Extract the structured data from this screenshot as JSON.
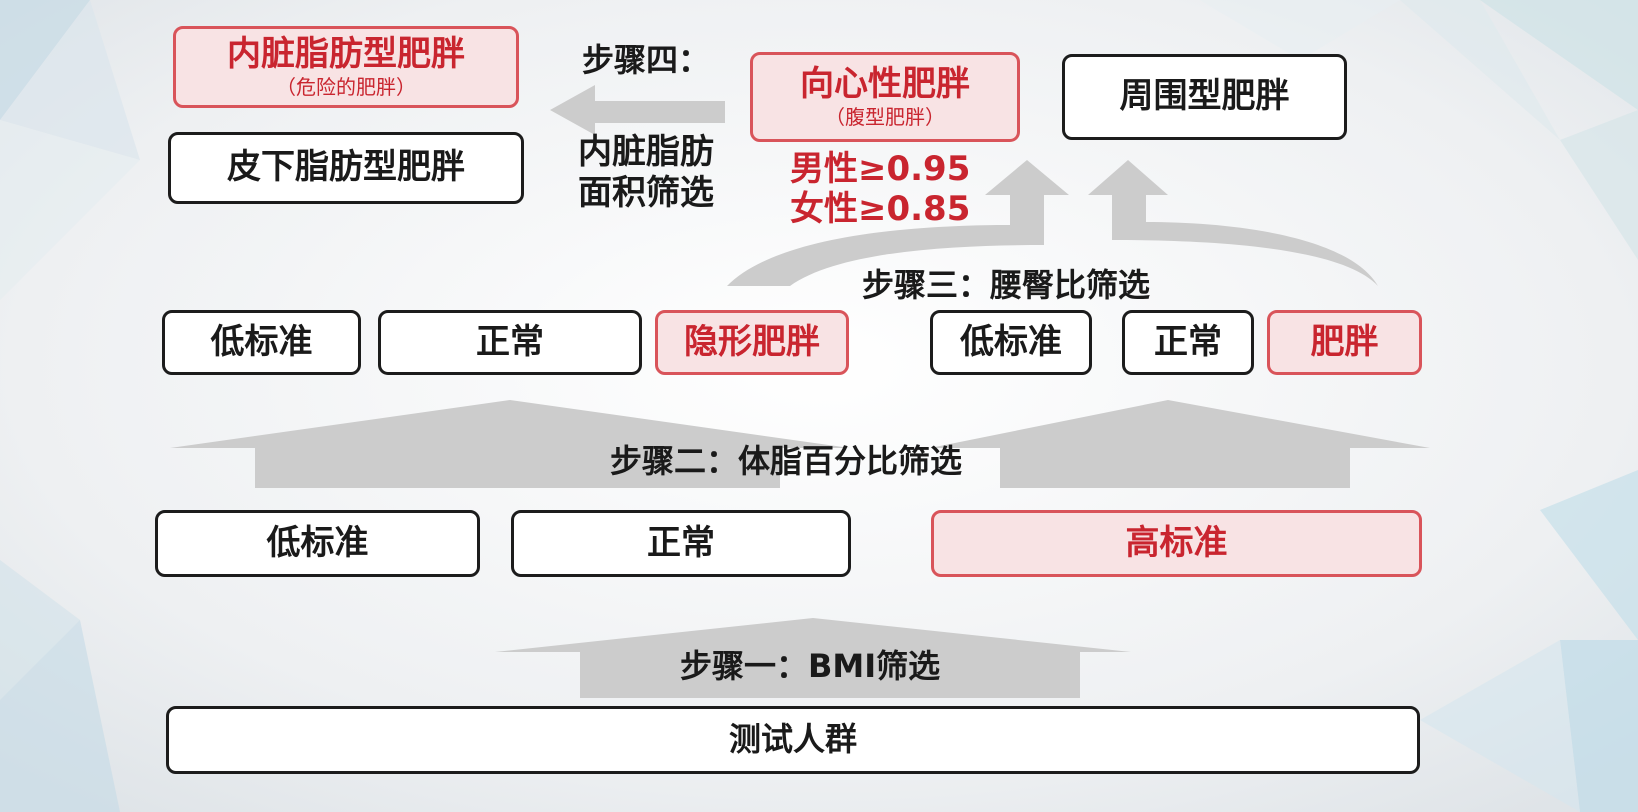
{
  "steps": {
    "step1": "步骤一：BMI筛选",
    "step2": "步骤二：体脂百分比筛选",
    "step3": "步骤三：腰臀比筛选",
    "step4": "步骤四：",
    "step4_desc_line1": "内脏脂肪",
    "step4_desc_line2": "面积筛选"
  },
  "level0": {
    "population": "测试人群"
  },
  "level1": {
    "low": "低标准",
    "normal": "正常",
    "high": "高标准"
  },
  "level2": {
    "left": {
      "low": "低标准",
      "normal": "正常",
      "hidden_obesity": "隐形肥胖"
    },
    "right": {
      "low": "低标准",
      "normal": "正常",
      "obesity": "肥胖"
    }
  },
  "level3": {
    "central_obesity": "向心性肥胖",
    "central_obesity_sub": "（腹型肥胖）",
    "peripheral_obesity": "周围型肥胖",
    "male_threshold": "男性≥0.95",
    "female_threshold": "女性≥0.85"
  },
  "level4": {
    "visceral_fat_obesity": "内脏脂肪型肥胖",
    "visceral_fat_obesity_sub": "（危险的肥胖）",
    "subcutaneous_fat_obesity": "皮下脂肪型肥胖"
  },
  "colors": {
    "highlight_red": "#c9252f",
    "highlight_fill": "#f8e3e4",
    "arrow_gray": "#cccccc",
    "border_dark": "#1c1c1c"
  }
}
